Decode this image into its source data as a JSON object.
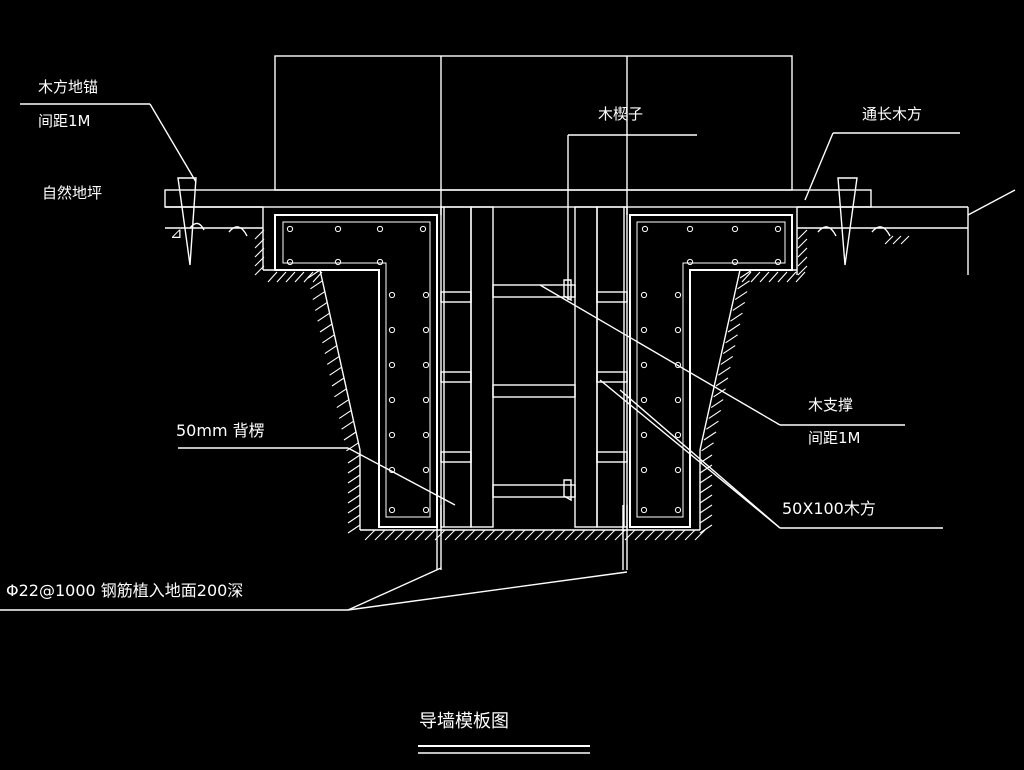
{
  "labels": {
    "anchor": "木方地锚",
    "anchor_spacing": "间距1M",
    "ground": "自然地坪",
    "wedge": "木楔子",
    "long_timber": "通长木方",
    "strut": "木支撑",
    "strut_spacing": "间距1M",
    "backing": "50mm 背楞",
    "timber_50x100": "50X100木方",
    "rebar_note": "Φ22@1000 钢筋植入地面200深"
  },
  "title": "导墙模板图"
}
